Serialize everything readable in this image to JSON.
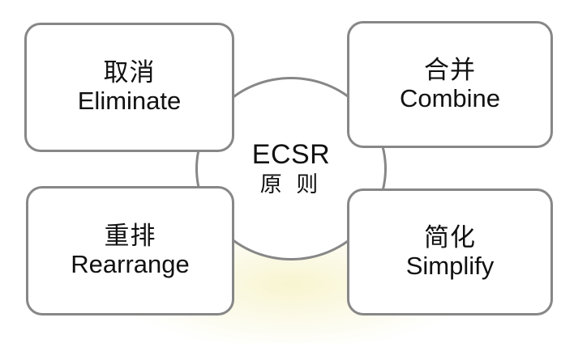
{
  "diagram": {
    "title": "ECSR 原则",
    "type": "hub-and-spoke",
    "stroke_color": "#878787",
    "fill_color": "#ffffff",
    "text_color": "#111111",
    "background_color": "#ffffff",
    "wash_color": "#f7f3c8"
  },
  "center": {
    "acronym": "ECSR",
    "chinese": "原 则",
    "shape": "circle"
  },
  "nodes": [
    {
      "id": "eliminate",
      "chinese": "取消",
      "english": "Eliminate",
      "position": "top-left"
    },
    {
      "id": "combine",
      "chinese": "合并",
      "english": "Combine",
      "position": "top-right"
    },
    {
      "id": "rearrange",
      "chinese": "重排",
      "english": "Rearrange",
      "position": "bottom-left"
    },
    {
      "id": "simplify",
      "chinese": "简化",
      "english": "Simplify",
      "position": "bottom-right"
    }
  ]
}
